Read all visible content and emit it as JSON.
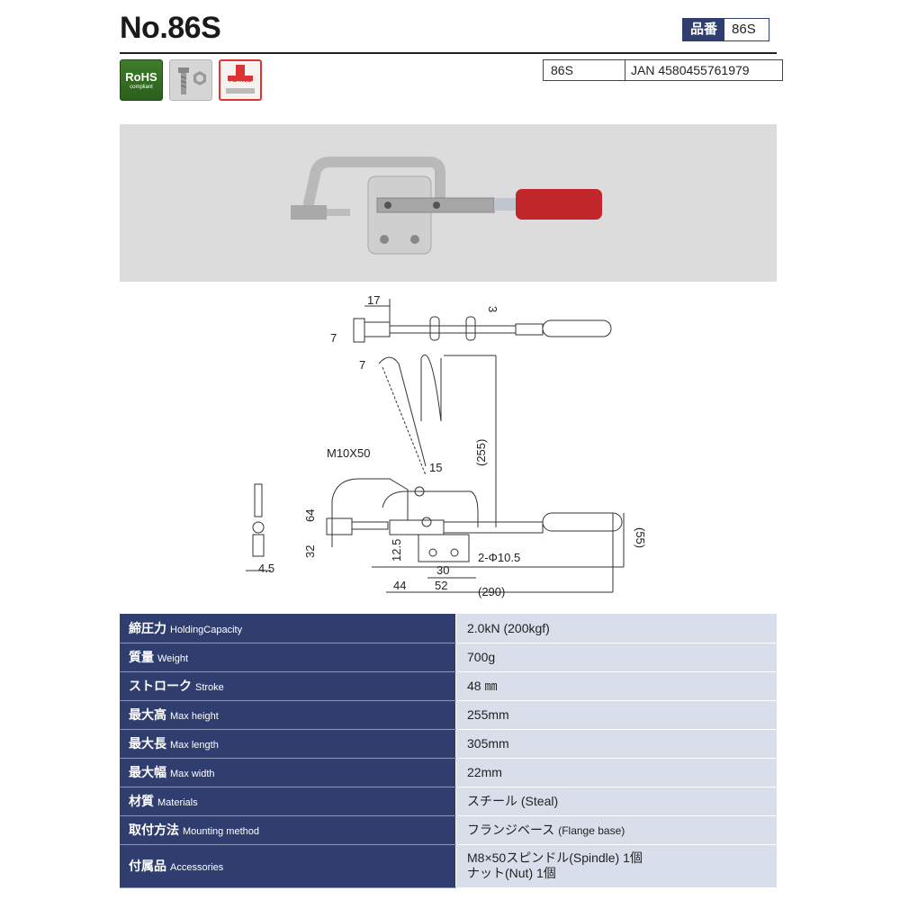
{
  "header": {
    "title": "No.86S",
    "part_label": "品番",
    "part_value": "86S"
  },
  "badges": {
    "rohs_main": "RoHS",
    "rohs_sub": "compliant",
    "bolt_icon": "bolt-nut-icon",
    "flange_icon": "flange-base-icon",
    "flange_text": "FLANGE"
  },
  "jan_row": {
    "model": "86S",
    "jan": "JAN 4580455761979"
  },
  "drawing": {
    "dims": {
      "d17": "17",
      "d3": "3",
      "d7a": "7",
      "d7b": "7",
      "d255": "(255)",
      "m10": "M10X50",
      "d15": "15",
      "d64": "64",
      "d32": "32",
      "d45": "4.5",
      "d125": "12.5",
      "d30": "30",
      "dphi": "2-Φ10.5",
      "d44": "44",
      "d52": "52",
      "d290": "(290)",
      "d55": "(55)"
    }
  },
  "specs": {
    "rows": [
      {
        "ja": "締圧力",
        "en": "HoldingCapacity",
        "value": "2.0kN (200kgf)"
      },
      {
        "ja": "質量",
        "en": "Weight",
        "value": "700g"
      },
      {
        "ja": "ストローク",
        "en": "Stroke",
        "value": "48 ㎜"
      },
      {
        "ja": "最大高",
        "en": "Max height",
        "value": "255mm"
      },
      {
        "ja": "最大長",
        "en": "Max length",
        "value": "305mm"
      },
      {
        "ja": "最大幅",
        "en": "Max width",
        "value": "22mm"
      },
      {
        "ja": "材質",
        "en": "Materials",
        "value": "スチール (Steal)"
      },
      {
        "ja": "取付方法",
        "en": "Mounting method",
        "value_ja": "フランジベース",
        "value_en": "(Flange base)"
      },
      {
        "ja": "付属品",
        "en": "Accessories",
        "value_line1": "M8×50スピンドル(Spindle) 1個",
        "value_line2": "ナット(Nut) 1個"
      }
    ]
  }
}
